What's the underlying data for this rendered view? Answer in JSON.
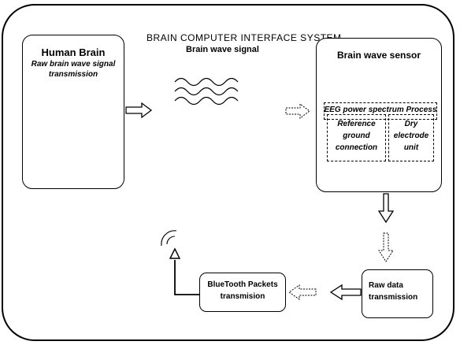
{
  "diagram": {
    "title": "BRAIN  COMPUTER  INTERFACE  SYSTEM",
    "wave_label": "Brain wave signal",
    "human_brain": {
      "title": "Human Brain",
      "subtitle_line1": "Raw brain wave signal",
      "subtitle_line2": "transmission"
    },
    "sensor": {
      "title": "Brain wave sensor",
      "eeg": "EEG power spectrum  Process",
      "ref_line1": "Reference",
      "ref_line2": "ground",
      "ref_line3": "connection",
      "dry_line1": "Dry",
      "dry_line2": "electrode",
      "dry_line3": "unit"
    },
    "raw_data": {
      "line1": "Raw data",
      "line2": "transmission"
    },
    "bluetooth": {
      "line1": "BlueTooth  Packets",
      "line2": "transmision"
    }
  }
}
